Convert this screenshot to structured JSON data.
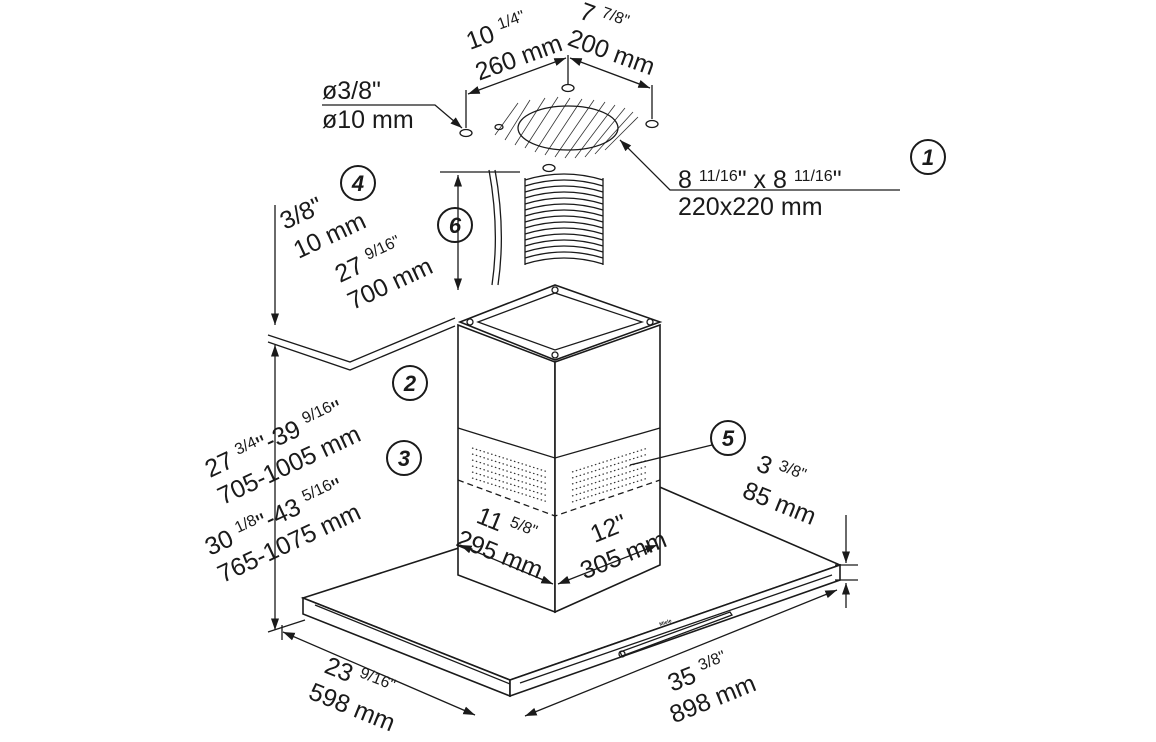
{
  "diagram": {
    "bolt_spacing_a": {
      "whole": "10 ",
      "frac": "1/4\"",
      "mm": "260 mm"
    },
    "bolt_spacing_b": {
      "whole": "7 ",
      "frac": "7/8\"",
      "mm": "200 mm"
    },
    "hole_diameter": {
      "inch": "ø3/8\"",
      "mm": "ø10 mm"
    },
    "cutout": {
      "inch_a": "8 ",
      "frac_a": "11/16",
      "sep": "\" x 8 ",
      "frac_b": "11/16",
      "end": "\"",
      "mm": "220x220 mm",
      "marker": "1"
    },
    "ceiling_gap": {
      "inch": "3/8\"",
      "mm": "10 mm",
      "marker": "4"
    },
    "duct_length": {
      "whole": "27 ",
      "frac": "9/16\"",
      "mm": "700 mm",
      "marker": "6"
    },
    "height_range_1": {
      "whole": "27 ",
      "frac1": "3/4",
      "mid": "\"-39 ",
      "frac2": "9/16",
      "end": "\"",
      "mm": "705-1005 mm",
      "marker": "2"
    },
    "height_range_2": {
      "whole": "30 ",
      "frac1": "1/8",
      "mid": "\"-43 ",
      "frac2": "5/16",
      "end": "\"",
      "mm": "765-1075 mm",
      "marker": "3"
    },
    "vent_marker": "5",
    "canopy_height": {
      "whole": "3 ",
      "frac": "3/8\"",
      "mm": "85 mm"
    },
    "chimney_width": {
      "whole": "11 ",
      "frac": "5/8\"",
      "mm": "295 mm"
    },
    "chimney_depth": {
      "inch": "12\"",
      "mm": "305 mm"
    },
    "canopy_depth": {
      "whole": "23 ",
      "frac": "9/16\"",
      "mm": "598 mm"
    },
    "canopy_width": {
      "whole": "35 ",
      "frac": "3/8\"",
      "mm": "898 mm"
    },
    "brand_logo": "Miele"
  }
}
